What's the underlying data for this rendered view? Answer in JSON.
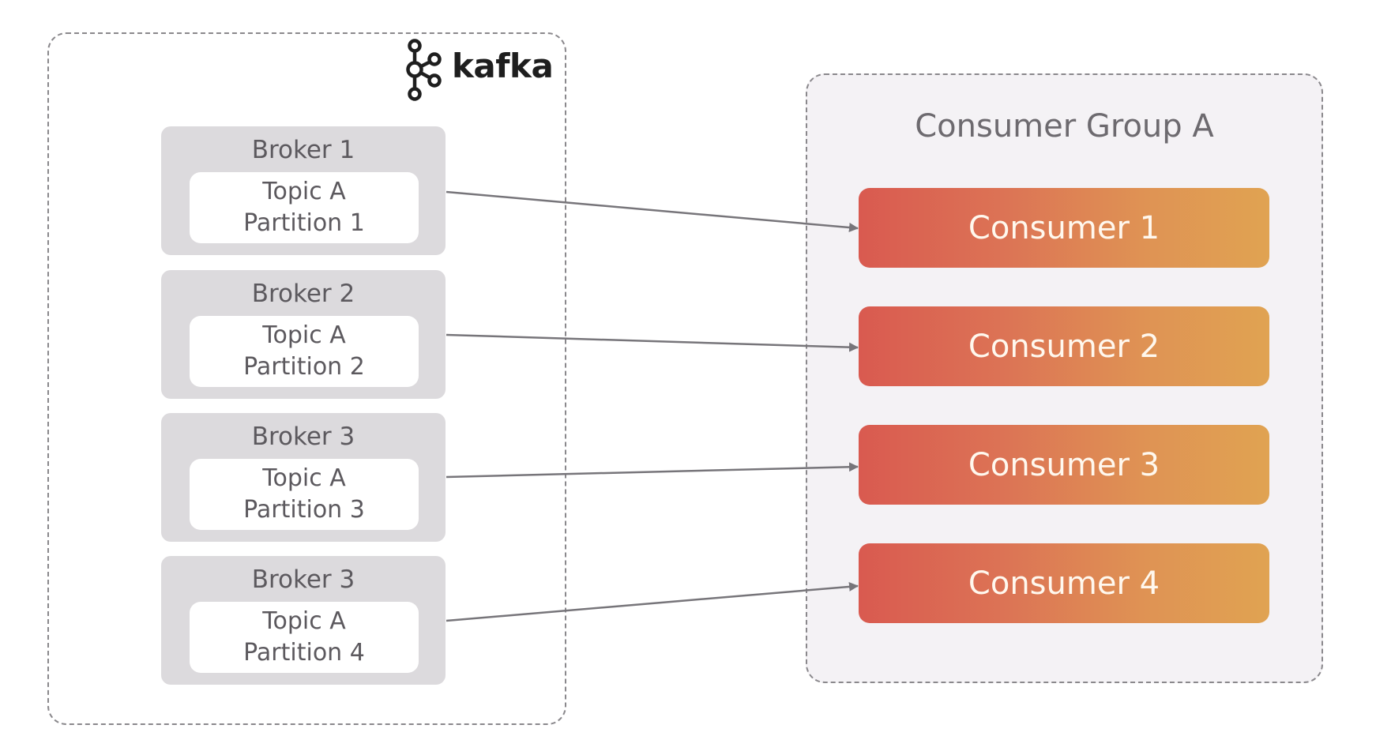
{
  "logo": {
    "icon": "kafka-logo-icon",
    "wordmark": "kafka"
  },
  "cluster": {
    "brokers": [
      {
        "label": "Broker 1",
        "topic": "Topic A",
        "partition": "Partition 1"
      },
      {
        "label": "Broker 2",
        "topic": "Topic A",
        "partition": "Partition 2"
      },
      {
        "label": "Broker 3",
        "topic": "Topic A",
        "partition": "Partition 3"
      },
      {
        "label": "Broker 3",
        "topic": "Topic A",
        "partition": "Partition 4"
      }
    ]
  },
  "consumer_group": {
    "title": "Consumer Group A",
    "consumers": [
      {
        "label": "Consumer 1"
      },
      {
        "label": "Consumer 2"
      },
      {
        "label": "Consumer 3"
      },
      {
        "label": "Consumer 4"
      }
    ]
  },
  "connections": [
    {
      "from": "Partition 1",
      "to": "Consumer 1"
    },
    {
      "from": "Partition 2",
      "to": "Consumer 2"
    },
    {
      "from": "Partition 3",
      "to": "Consumer 3"
    },
    {
      "from": "Partition 4",
      "to": "Consumer 4"
    }
  ],
  "colors": {
    "broker_bg": "#dcdadd",
    "group_bg": "#f4f2f5",
    "consumer_gradient_start": "#d95a50",
    "consumer_gradient_end": "#e0a352",
    "arrow": "#77757a",
    "text": "#5c595e"
  }
}
